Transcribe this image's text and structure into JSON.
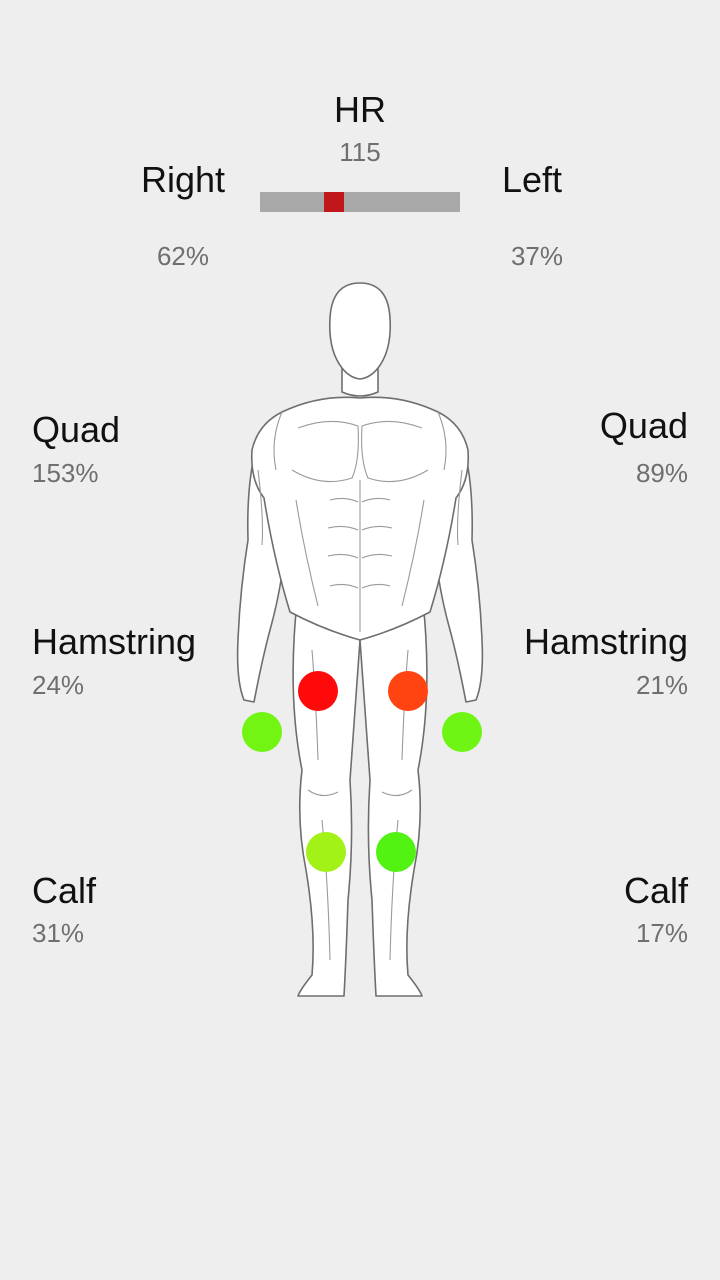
{
  "hr": {
    "label": "HR",
    "value": "115"
  },
  "balance": {
    "right_label": "Right",
    "left_label": "Left",
    "right_value": "62%",
    "left_value": "37%",
    "marker_fraction": 0.37,
    "bar_color": "#a9a9a9",
    "marker_color": "#c0171b"
  },
  "muscles": {
    "right": {
      "quad": {
        "label": "Quad",
        "value": "153%"
      },
      "hamstring": {
        "label": "Hamstring",
        "value": "24%"
      },
      "calf": {
        "label": "Calf",
        "value": "31%"
      }
    },
    "left": {
      "quad": {
        "label": "Quad",
        "value": "89%"
      },
      "hamstring": {
        "label": "Hamstring",
        "value": "21%"
      },
      "calf": {
        "label": "Calf",
        "value": "17%"
      }
    }
  },
  "sensor_colors": {
    "right_quad": "#ff0a0a",
    "left_quad": "#ff4412",
    "right_hamstring": "#72f513",
    "left_hamstring": "#6ff514",
    "right_calf": "#a2f218",
    "left_calf": "#52f213"
  },
  "figure": {
    "icon": "human-body-front-icon"
  }
}
